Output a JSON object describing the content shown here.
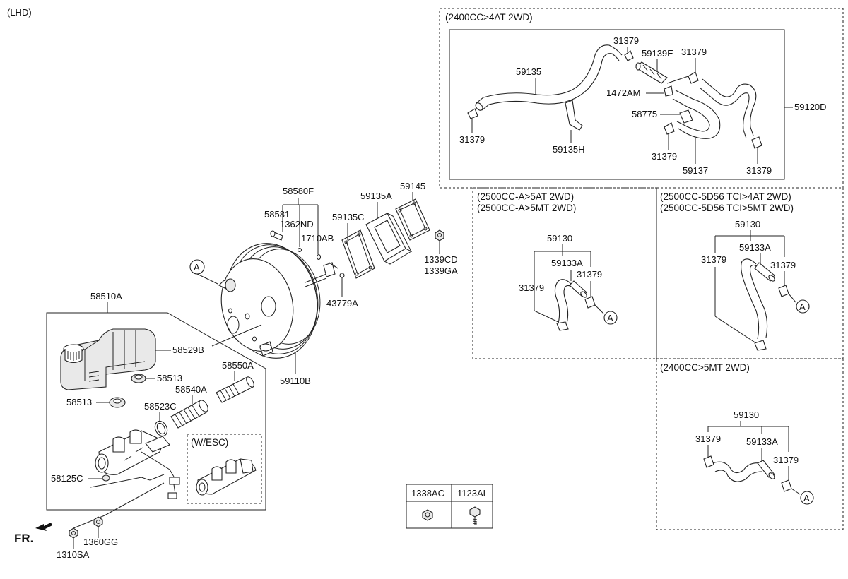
{
  "drive_side": "(LHD)",
  "front_marker": "FR.",
  "ref_marker": "A",
  "groups": {
    "g2400_4at": "(2400CC>4AT 2WD)",
    "g2500_line1": "(2500CC-A>5AT 2WD)",
    "g2500_line2": "(2500CC-A>5MT 2WD)",
    "gtci_line1": "(2500CC-5D56 TCI>4AT 2WD)",
    "gtci_line2": "(2500CC-5D56 TCI>5MT 2WD)",
    "g2400_5mt": "(2400CC>5MT 2WD)",
    "wesc": "(W/ESC)"
  },
  "parts": {
    "p58510A": "58510A",
    "p58529B": "58529B",
    "p58513": "58513",
    "p58540A": "58540A",
    "p58550A": "58550A",
    "p58523C": "58523C",
    "p58125C": "58125C",
    "p1360GG": "1360GG",
    "p1310SA": "1310SA",
    "p58580F": "58580F",
    "p58581": "58581",
    "p1362ND": "1362ND",
    "p1710AB": "1710AB",
    "p43779A": "43779A",
    "p59135A": "59135A",
    "p59145": "59145",
    "p59135C": "59135C",
    "p1339CD": "1339CD",
    "p1339GA": "1339GA",
    "p59110B": "59110B",
    "p31379": "31379",
    "p59139E": "59139E",
    "p59135": "59135",
    "p1472AM": "1472AM",
    "p58775": "58775",
    "p59120D": "59120D",
    "p59135H": "59135H",
    "p59137": "59137",
    "p59130": "59130",
    "p59133A": "59133A"
  },
  "fastener_table": {
    "col1": "1338AC",
    "col2": "1123AL"
  }
}
